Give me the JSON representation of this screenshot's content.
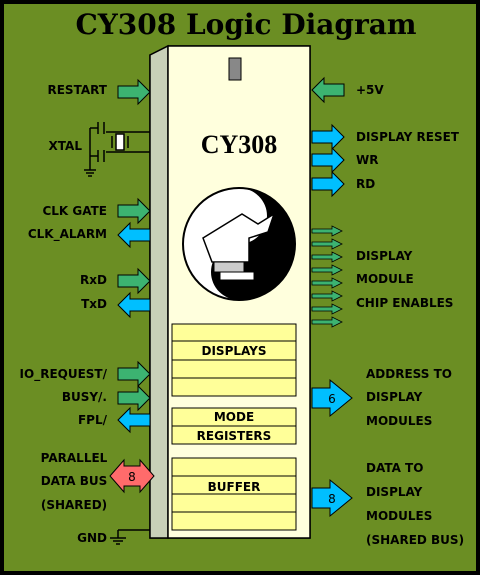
{
  "title": "CY308 Logic Diagram",
  "chip_name": "CY308",
  "colors": {
    "background": "#6B8E23",
    "chip_body": "#FFFFDD",
    "chip_shadow": "#8A9A7A",
    "register_box": "#FFFF99",
    "input_arrow": "#3CB371",
    "output_arrow": "#00BFFF",
    "bidirectional_arrow": "#FF6B6B"
  },
  "left_signals": {
    "restart": "RESTART",
    "xtal": "XTAL",
    "clk_gate": "CLK GATE",
    "clk_alarm": "CLK_ALARM",
    "rxd": "RxD",
    "txd": "TxD",
    "io_request": "IO_REQUEST/",
    "busy": "BUSY/.",
    "fpl": "FPL/",
    "parallel_bus": [
      "PARALLEL",
      "DATA BUS",
      "(SHARED)"
    ],
    "parallel_bus_width": "8",
    "gnd": "GND"
  },
  "right_signals": {
    "vcc": "+5V",
    "display_reset": "DISPLAY RESET",
    "wr": "WR",
    "rd": "RD",
    "chip_enables": [
      "DISPLAY",
      "MODULE",
      "CHIP ENABLES"
    ],
    "address": [
      "ADDRESS TO",
      "DISPLAY",
      "MODULES"
    ],
    "address_width": "6",
    "data": [
      "DATA TO",
      "DISPLAY",
      "MODULES",
      "(SHARED BUS)"
    ],
    "data_width": "8"
  },
  "blocks": {
    "displays": "DISPLAYS",
    "mode_registers": [
      "MODE",
      "REGISTERS"
    ],
    "buffer": "BUFFER"
  },
  "icons": [
    "yin-yang-logo-icon",
    "crystal-oscillator-icon",
    "ground-icon"
  ]
}
